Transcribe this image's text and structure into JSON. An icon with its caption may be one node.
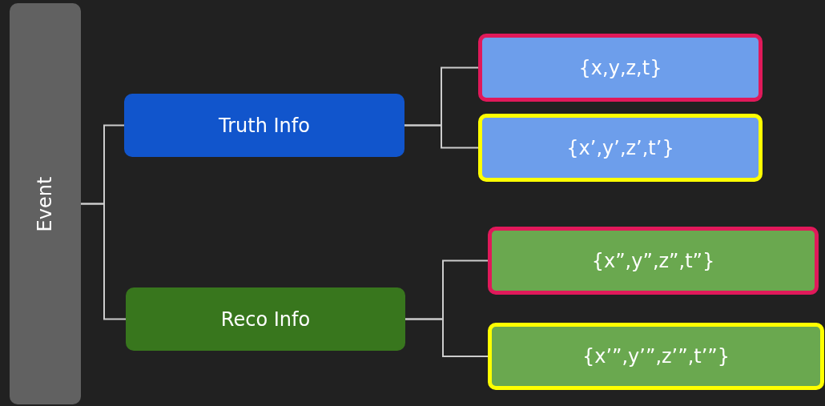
{
  "diagram": {
    "nodes": [
      {
        "text": [
          "Event"
        ]
      },
      {
        "text": [
          "Truth Info"
        ]
      },
      {
        "text": [
          "Reco Info"
        ]
      },
      {
        "text": [
          "{x,y,z,t}"
        ]
      },
      {
        "text": [
          "{x’,y’,z’,t’}"
        ]
      },
      {
        "text": [
          "{x”,y”,z”,t”}"
        ]
      },
      {
        "text": [
          "{x’”,y’”,z’”,t’”}"
        ]
      }
    ],
    "edges": [
      {
        "from": 0,
        "to": 1,
        "arrow": "none"
      },
      {
        "from": 0,
        "to": 2,
        "arrow": "none"
      },
      {
        "from": 1,
        "to": 3,
        "arrow": "none"
      },
      {
        "from": 1,
        "to": 4,
        "arrow": "none"
      },
      {
        "from": 2,
        "to": 5,
        "arrow": "none"
      },
      {
        "from": 2,
        "to": 6,
        "arrow": "none"
      }
    ]
  }
}
